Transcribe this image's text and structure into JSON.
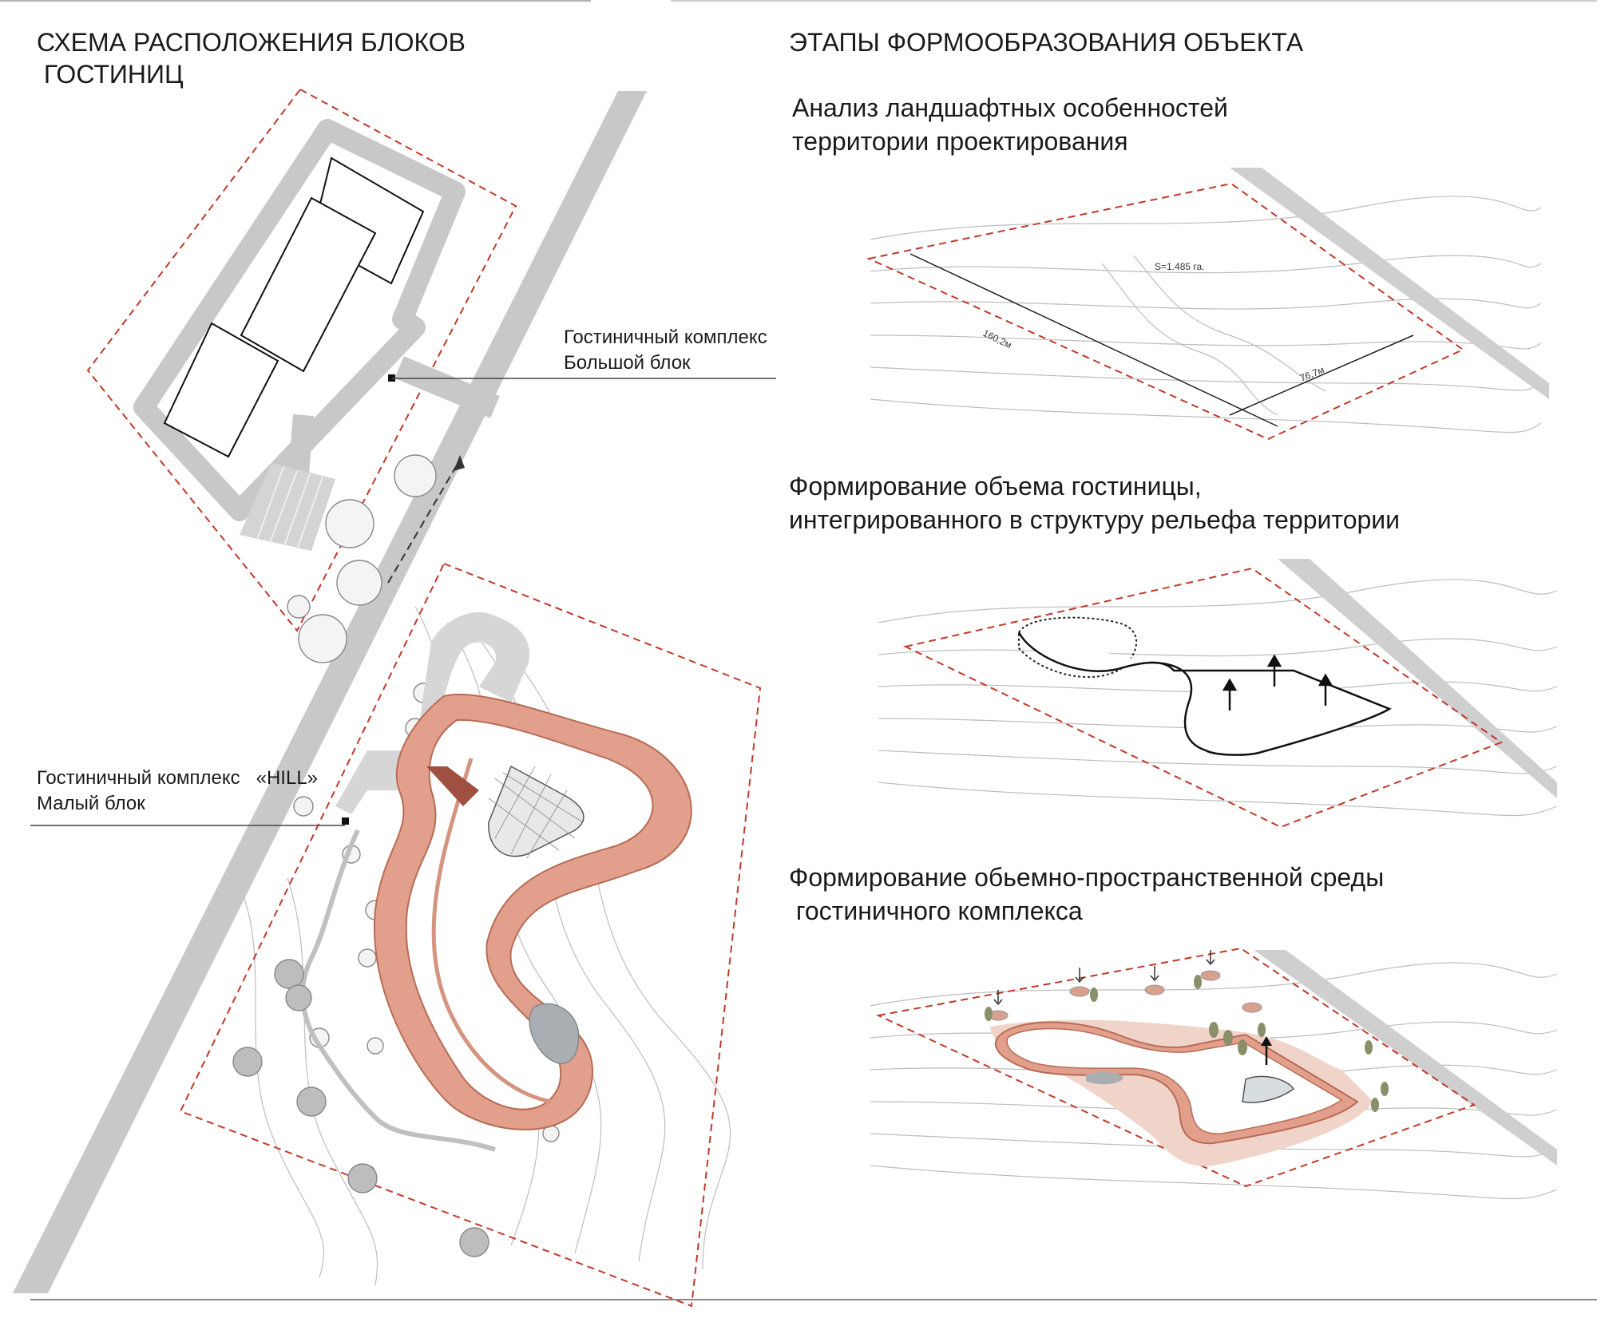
{
  "left_panel": {
    "title_line1": "СХЕМА РАСПОЛОЖЕНИЯ БЛОКОВ",
    "title_line2": " ГОСТИНИЦ",
    "big_block_label_line1": "Гостиничный комплекс",
    "big_block_label_line2": "Большой блок",
    "small_block_label_line1": "Гостиничный комплекс   «HILL»",
    "small_block_label_line2": "Малый блок"
  },
  "right_panel": {
    "title": "ЭТАПЫ ФОРМООБРАЗОВАНИЯ ОБЪЕКТА",
    "stage1_line1": "Анализ ландшафтных особенностей",
    "stage1_line2": "территории проектирования",
    "stage1_area": "S=1.485 га.",
    "stage1_dim_long": "160,2м",
    "stage1_dim_short": "76,7м",
    "stage2_line1": "Формирование объема гостиницы,",
    "stage2_line2": "интегрированного в структуру рельефа территории",
    "stage3_line1": "Формирование обьемно-пространственной среды",
    "stage3_line2": " гостиничного комплекса"
  },
  "colors": {
    "boundary": "#c0392b",
    "building_accent": "#e2a08c",
    "road": "#c8c8c8",
    "water": "#a9aeb3"
  }
}
